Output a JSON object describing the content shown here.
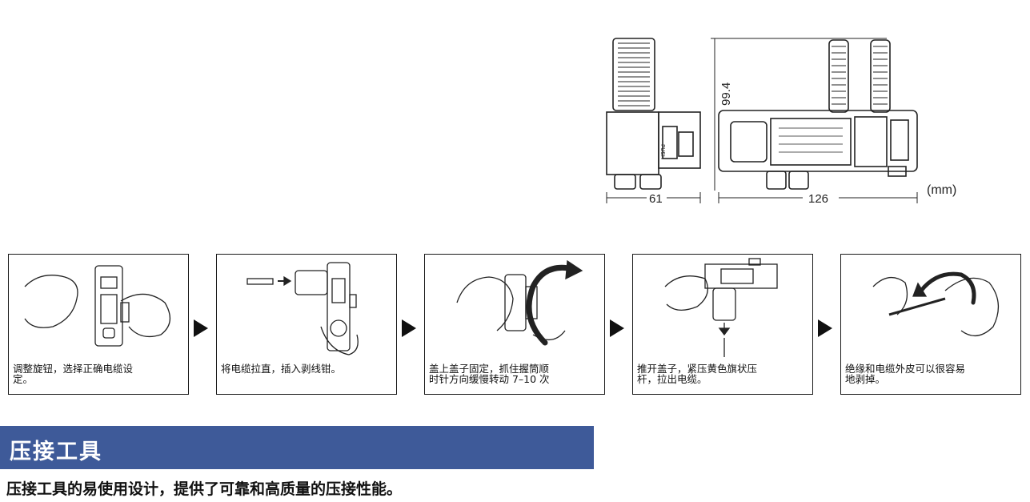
{
  "dimension_drawing": {
    "height_label": "99.4",
    "width_side_label": "61",
    "width_front_label": "126",
    "unit_label": "(mm)",
    "push_label": "PUSH"
  },
  "steps": [
    {
      "caption_line1": "调整旋钮，选择正确电缆设",
      "caption_line2": "定。"
    },
    {
      "caption_line1": "将电缆拉直，插入剥线钳。",
      "caption_line2": ""
    },
    {
      "caption_line1": "盖上盖子固定，抓住握筒顺",
      "caption_line2": "时针方向缓慢转动 7–10 次"
    },
    {
      "caption_line1": "推开盖子，紧压黄色旗状压",
      "caption_line2": "杆，拉出电缆。"
    },
    {
      "caption_line1": "绝缘和电缆外皮可以很容易",
      "caption_line2": "地剥掉。"
    }
  ],
  "section": {
    "title": "压接工具",
    "subtitle": "压接工具的易使用设计，提供了可靠和高质量的压接性能。"
  },
  "colors": {
    "banner": "#3e5a99",
    "ink": "#111111"
  }
}
